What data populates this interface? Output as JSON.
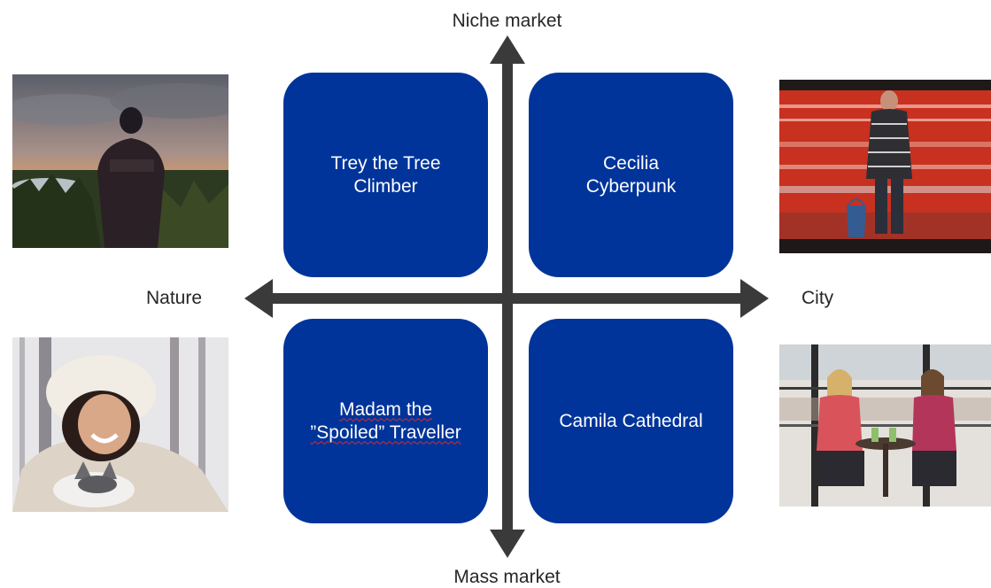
{
  "axes": {
    "top": "Niche market",
    "bottom": "Mass market",
    "left": "Nature",
    "right": "City"
  },
  "quadrants": {
    "top_left": {
      "line1": "Trey the Tree",
      "line2": "Climber"
    },
    "top_right": {
      "line1": "Cecilia",
      "line2": "Cyberpunk"
    },
    "bottom_left": {
      "line1": "Madam the",
      "line2": "”Spoiled” Traveller"
    },
    "bottom_right": {
      "line1": "Camila Cathedral",
      "line2": ""
    }
  },
  "colors": {
    "quadrant_fill": "#00349a",
    "axis_arrow": "#3a3a3a",
    "spellcheck_underline": "#d32f2f"
  }
}
